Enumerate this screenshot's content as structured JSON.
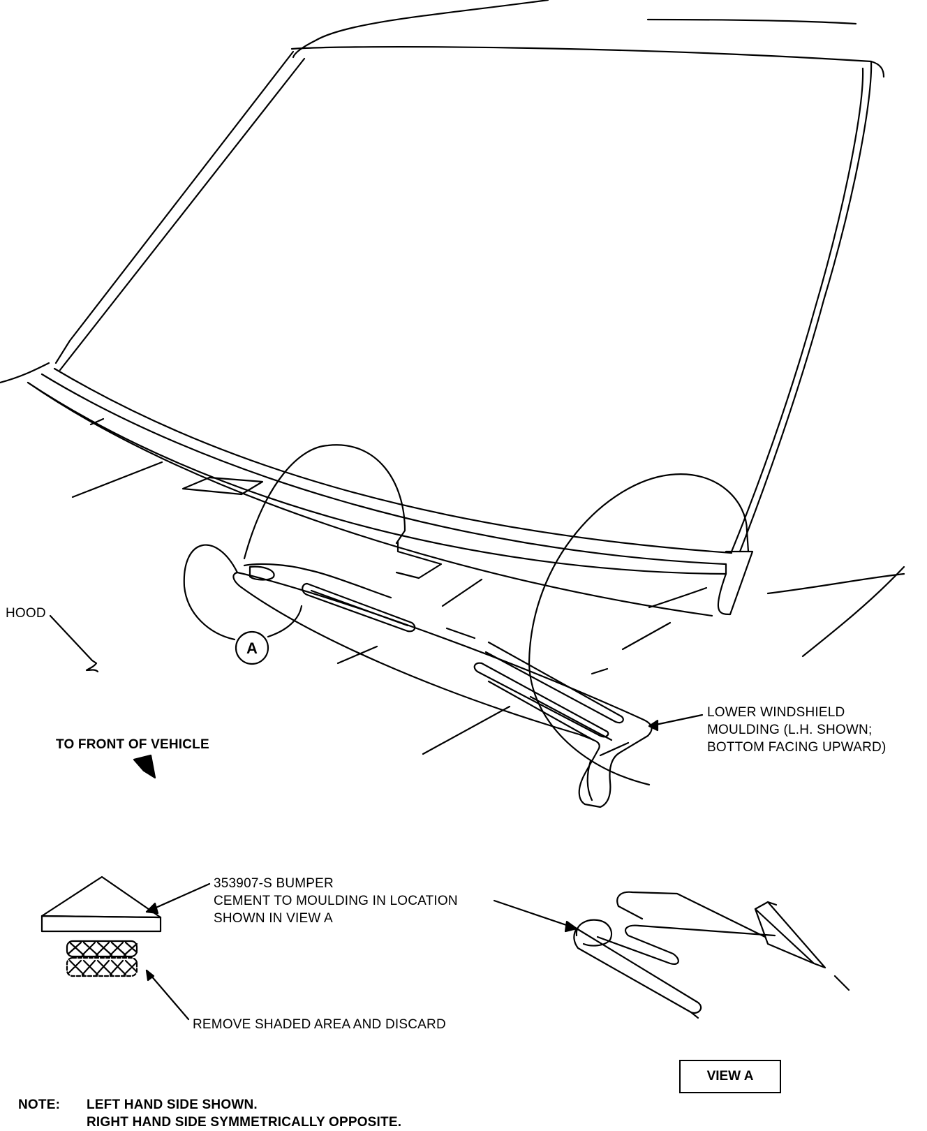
{
  "labels": {
    "hood": "HOOD",
    "front": "TO FRONT OF VEHICLE",
    "moulding": [
      "LOWER WINDSHIELD",
      "MOULDING (L.H. SHOWN;",
      "BOTTOM FACING UPWARD)"
    ],
    "bumper": [
      "353907-S BUMPER",
      "CEMENT TO MOULDING IN LOCATION",
      "SHOWN IN VIEW A"
    ],
    "remove": "REMOVE SHADED AREA AND DISCARD",
    "view_a": "VIEW A",
    "detail_letter": "A",
    "note_prefix": "NOTE:",
    "note_lines": [
      "LEFT HAND SIDE SHOWN.",
      "RIGHT HAND SIDE SYMMETRICALLY OPPOSITE."
    ]
  },
  "colors": {
    "ink": "#000000",
    "paper": "#ffffff"
  }
}
